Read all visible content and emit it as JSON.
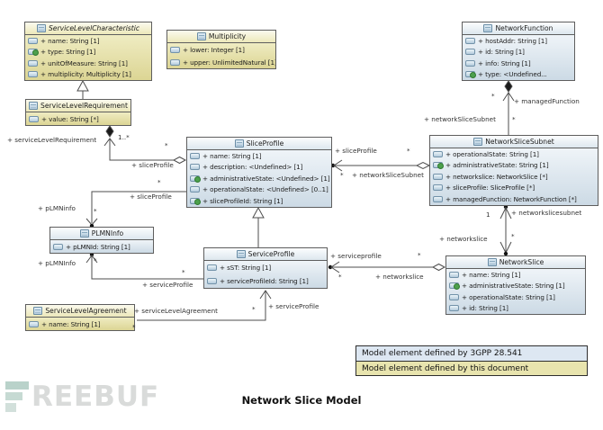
{
  "diagram": {
    "caption": "Network Slice Model",
    "watermark_text": "REEBUF",
    "watermark_icon": "freebuf-bars-icon"
  },
  "legend": {
    "items": [
      {
        "label": "Model element defined by 3GPP 28.541",
        "color": "#dde7f2"
      },
      {
        "label": "Model element defined by this document",
        "color": "#e8e4ae"
      }
    ]
  },
  "colors": {
    "blue_header": "#dde7ee",
    "blue_body": "#ccdae5",
    "yellow_header": "#ece8ba",
    "yellow_body": "#dcd594",
    "line": "#4d4d4d"
  },
  "classes": [
    {
      "name": "ServiceLevelCharacteristic",
      "style": "yellow",
      "abstract": true,
      "attributes": [
        {
          "text": "+ name: String [1]",
          "icon": "property"
        },
        {
          "text": "+ type: String [1]",
          "icon": "property-plus"
        },
        {
          "text": "+ unitOfMeasure: String [1]",
          "icon": "property"
        },
        {
          "text": "+ multiplicity: Multiplicity [1]",
          "icon": "property"
        }
      ]
    },
    {
      "name": "Multiplicity",
      "style": "yellow",
      "abstract": false,
      "attributes": [
        {
          "text": "+ lower: Integer [1]",
          "icon": "property"
        },
        {
          "text": "+ upper: UnlimitedNatural [1]",
          "icon": "property"
        }
      ]
    },
    {
      "name": "NetworkFunction",
      "style": "blue",
      "abstract": false,
      "attributes": [
        {
          "text": "+ hostAddr: String [1]",
          "icon": "property"
        },
        {
          "text": "+ id: String [1]",
          "icon": "property"
        },
        {
          "text": "+ info: String [1]",
          "icon": "property"
        },
        {
          "text": "+ type: <Undefined...",
          "icon": "property-plus"
        }
      ]
    },
    {
      "name": "ServiceLevelRequirement",
      "style": "yellow",
      "abstract": false,
      "attributes": [
        {
          "text": "+ value: String [*]",
          "icon": "property"
        }
      ]
    },
    {
      "name": "SliceProfile",
      "style": "blue",
      "abstract": false,
      "attributes": [
        {
          "text": "+ name: String [1]",
          "icon": "property"
        },
        {
          "text": "+ description: <Undefined> [1]",
          "icon": "property"
        },
        {
          "text": "+ administrativeState: <Undefined> [1]",
          "icon": "property-plus"
        },
        {
          "text": "+ operationalState: <Undefined> [0..1]",
          "icon": "property"
        },
        {
          "text": "+ sliceProfileId: String [1]",
          "icon": "property-plus"
        }
      ]
    },
    {
      "name": "NetworkSliceSubnet",
      "style": "blue",
      "abstract": false,
      "attributes": [
        {
          "text": "+ operationalState: String [1]",
          "icon": "property"
        },
        {
          "text": "+ administrativeState: String [1]",
          "icon": "property-plus"
        },
        {
          "text": "+ networkslice: NetworkSlice [*]",
          "icon": "property"
        },
        {
          "text": "+ sliceProfile: SliceProfile [*]",
          "icon": "property"
        },
        {
          "text": "+ managedFunction: NetworkFunction [*]",
          "icon": "property"
        }
      ]
    },
    {
      "name": "PLMNInfo",
      "style": "blue",
      "abstract": false,
      "attributes": [
        {
          "text": "+ pLMNId: String [1]",
          "icon": "property"
        }
      ]
    },
    {
      "name": "ServiceProfile",
      "style": "blue",
      "abstract": false,
      "attributes": [
        {
          "text": "+ sST: String [1]",
          "icon": "property"
        },
        {
          "text": "+ serviceProfileId: String [1]",
          "icon": "property"
        }
      ]
    },
    {
      "name": "NetworkSlice",
      "style": "blue",
      "abstract": false,
      "attributes": [
        {
          "text": "+ name: String [1]",
          "icon": "property"
        },
        {
          "text": "+ administrativeState: String [1]",
          "icon": "property-plus"
        },
        {
          "text": "+ operationalState: String [1]",
          "icon": "property"
        },
        {
          "text": "+ id: String [1]",
          "icon": "property"
        }
      ]
    },
    {
      "name": "ServiceLevelAgreement",
      "style": "yellow",
      "abstract": false,
      "attributes": [
        {
          "text": "+ name: String [1]",
          "icon": "property"
        }
      ]
    }
  ],
  "edge_labels": [
    "+ serviceLevelRequirement",
    "1..*",
    "*",
    "+ sliceProfile",
    "*",
    "+ sliceProfile",
    "+ pLMNinfo",
    "*",
    "+ pLMNInfo",
    "*",
    "*",
    "+ serviceProfile",
    "+ sliceProfile",
    "*",
    "*",
    "+ networkSliceSubnet",
    "*",
    "+ managedFunction",
    "+ networkSliceSubnet",
    "*",
    "1",
    "+ networkslicesubnet",
    "+ networkslice",
    "*",
    "+ serviceprofile",
    "*",
    "*",
    "+ networkslice",
    "+ serviceLevelAgreement",
    "*",
    "*",
    "+ serviceProfile"
  ]
}
